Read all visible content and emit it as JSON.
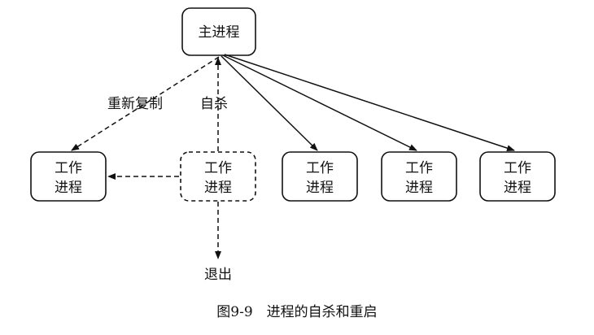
{
  "diagram": {
    "master": {
      "label": "主进程"
    },
    "workers": [
      {
        "line1": "工作",
        "line2": "进程",
        "style": "solid"
      },
      {
        "line1": "工作",
        "line2": "进程",
        "style": "dashed"
      },
      {
        "line1": "工作",
        "line2": "进程",
        "style": "solid"
      },
      {
        "line1": "工作",
        "line2": "进程",
        "style": "solid"
      },
      {
        "line1": "工作",
        "line2": "进程",
        "style": "solid"
      }
    ],
    "edges": {
      "respawn_label": "重新复制",
      "suicide_label": "自杀",
      "exit_label": "退出"
    },
    "colors": {
      "stroke": "#111111",
      "background": "#ffffff"
    }
  },
  "caption": "图9-9　进程的自杀和重启"
}
